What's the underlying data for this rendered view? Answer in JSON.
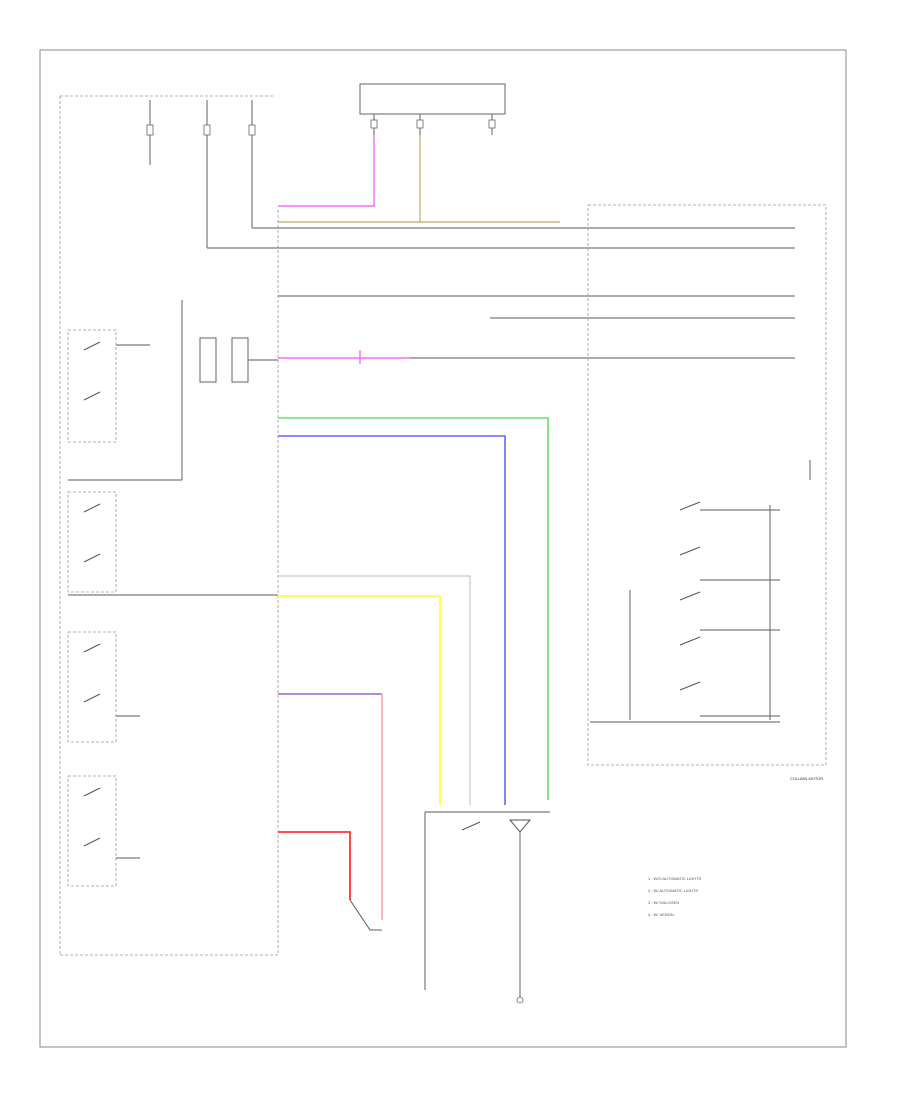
{
  "colors": {
    "pink": "#ff66ff",
    "tan": "#c8b87a",
    "green": "#66e066",
    "blue": "#6666ff",
    "yellow": "#ffff44",
    "violet": "#9966cc",
    "red": "#ff3333",
    "gray": "#7a7a7a"
  },
  "labels": {
    "module_right": "COLUMN MOTOR",
    "legend_1": "1 : W/O AUTOMATIC LIGHTS",
    "legend_2": "2 : W/ AUTOMATIC LIGHTS",
    "legend_3": "3 : W/ HALOGEN",
    "legend_4": "4 : W/ XENON"
  }
}
